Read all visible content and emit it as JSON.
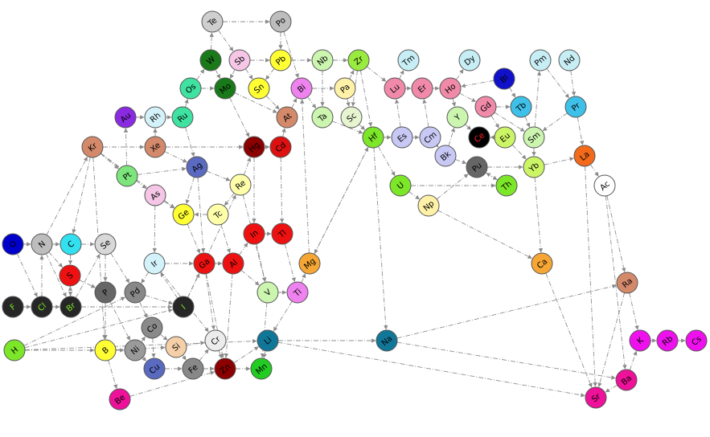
{
  "nodes": [
    {
      "id": "Te",
      "color": "#cfcfcf",
      "text_color": "#000000"
    },
    {
      "id": "Po",
      "color": "#bdbdbd",
      "text_color": "#000000"
    },
    {
      "id": "W",
      "color": "#1a7a1a",
      "text_color": "#000000"
    },
    {
      "id": "Sb",
      "color": "#f5c6e6",
      "text_color": "#000000"
    },
    {
      "id": "Pb",
      "color": "#ffff33",
      "text_color": "#000000"
    },
    {
      "id": "Nb",
      "color": "#ccf5b0",
      "text_color": "#000000"
    },
    {
      "id": "Zr",
      "color": "#9aeb3f",
      "text_color": "#000000"
    },
    {
      "id": "Tm",
      "color": "#c7eef5",
      "text_color": "#000000"
    },
    {
      "id": "Dy",
      "color": "#c7eef5",
      "text_color": "#000000"
    },
    {
      "id": "Pm",
      "color": "#c7eef5",
      "text_color": "#000000"
    },
    {
      "id": "Nd",
      "color": "#c7eef5",
      "text_color": "#000000"
    },
    {
      "id": "Os",
      "color": "#3fe2a0",
      "text_color": "#000000"
    },
    {
      "id": "Mo",
      "color": "#1a7a1a",
      "text_color": "#000000"
    },
    {
      "id": "Sn",
      "color": "#ffff33",
      "text_color": "#000000"
    },
    {
      "id": "Bi",
      "color": "#ee82ee",
      "text_color": "#000000"
    },
    {
      "id": "Pa",
      "color": "#fff2a8",
      "text_color": "#000000"
    },
    {
      "id": "Lu",
      "color": "#f08aa8",
      "text_color": "#000000"
    },
    {
      "id": "Er",
      "color": "#f08aa8",
      "text_color": "#000000"
    },
    {
      "id": "Ho",
      "color": "#f08aa8",
      "text_color": "#000000"
    },
    {
      "id": "Bl",
      "color": "#1111cc",
      "text_color": "#000000"
    },
    {
      "id": "Au",
      "color": "#8a2be2",
      "text_color": "#000000"
    },
    {
      "id": "Rh",
      "color": "#d4f2fa",
      "text_color": "#000000"
    },
    {
      "id": "Ru",
      "color": "#3fe2a0",
      "text_color": "#000000"
    },
    {
      "id": "At",
      "color": "#d4896b",
      "text_color": "#000000"
    },
    {
      "id": "Ta",
      "color": "#ccf5b0",
      "text_color": "#000000"
    },
    {
      "id": "Sc",
      "color": "#e6f5d0",
      "text_color": "#000000"
    },
    {
      "id": "Y",
      "color": "#ccf5b0",
      "text_color": "#000000"
    },
    {
      "id": "Gd",
      "color": "#f08aa8",
      "text_color": "#000000"
    },
    {
      "id": "Tb",
      "color": "#3fc0e8",
      "text_color": "#000000"
    },
    {
      "id": "Pr",
      "color": "#3fc0e8",
      "text_color": "#000000"
    },
    {
      "id": "Kr",
      "color": "#d4896b",
      "text_color": "#000000"
    },
    {
      "id": "Xe",
      "color": "#d4896b",
      "text_color": "#000000"
    },
    {
      "id": "Hg",
      "color": "#8b0000",
      "text_color": "#000000"
    },
    {
      "id": "Cd",
      "color": "#dd1111",
      "text_color": "#000000"
    },
    {
      "id": "Hf",
      "color": "#7ce628",
      "text_color": "#000000"
    },
    {
      "id": "Es",
      "color": "#c8c8f5",
      "text_color": "#000000"
    },
    {
      "id": "Cm",
      "color": "#c8c8f5",
      "text_color": "#000000"
    },
    {
      "id": "Ce",
      "color": "#000000",
      "text_color": "#ff2020"
    },
    {
      "id": "Eu",
      "color": "#ccf566",
      "text_color": "#000000"
    },
    {
      "id": "Sm",
      "color": "#ccf5b0",
      "text_color": "#000000"
    },
    {
      "id": "La",
      "color": "#f26a1a",
      "text_color": "#000000"
    },
    {
      "id": "Pt",
      "color": "#7ce67c",
      "text_color": "#000000"
    },
    {
      "id": "Ag",
      "color": "#5a6ac0",
      "text_color": "#000000"
    },
    {
      "id": "Bk",
      "color": "#c8c8f5",
      "text_color": "#000000"
    },
    {
      "id": "Pu",
      "color": "#666666",
      "text_color": "#000000"
    },
    {
      "id": "Yb",
      "color": "#ccf566",
      "text_color": "#000000"
    },
    {
      "id": "Re",
      "color": "#ffffaa",
      "text_color": "#000000"
    },
    {
      "id": "U",
      "color": "#7ce628",
      "text_color": "#000000"
    },
    {
      "id": "Th",
      "color": "#7ce628",
      "text_color": "#000000"
    },
    {
      "id": "Ac",
      "color": "#ffffff",
      "text_color": "#000000"
    },
    {
      "id": "As",
      "color": "#f5c6e6",
      "text_color": "#000000"
    },
    {
      "id": "Ge",
      "color": "#ffff33",
      "text_color": "#000000"
    },
    {
      "id": "Tc",
      "color": "#ffffaa",
      "text_color": "#000000"
    },
    {
      "id": "Np",
      "color": "#fff2a8",
      "text_color": "#000000"
    },
    {
      "id": "O",
      "color": "#0000cc",
      "text_color": "#000000"
    },
    {
      "id": "N",
      "color": "#bdbdbd",
      "text_color": "#000000"
    },
    {
      "id": "C",
      "color": "#33e0f0",
      "text_color": "#000000"
    },
    {
      "id": "Se",
      "color": "#d8d8d8",
      "text_color": "#000000"
    },
    {
      "id": "In",
      "color": "#ee1111",
      "text_color": "#000000"
    },
    {
      "id": "Tl",
      "color": "#ee1111",
      "text_color": "#000000"
    },
    {
      "id": "S",
      "color": "#ee1111",
      "text_color": "#000000"
    },
    {
      "id": "Ir",
      "color": "#d4f2fa",
      "text_color": "#000000"
    },
    {
      "id": "Ga",
      "color": "#ee1111",
      "text_color": "#000000"
    },
    {
      "id": "Al",
      "color": "#ee1111",
      "text_color": "#000000"
    },
    {
      "id": "Mg",
      "color": "#f5a634",
      "text_color": "#000000"
    },
    {
      "id": "Ca",
      "color": "#f5a634",
      "text_color": "#000000"
    },
    {
      "id": "Ra",
      "color": "#d4896b",
      "text_color": "#000000"
    },
    {
      "id": "P",
      "color": "#666666",
      "text_color": "#000000"
    },
    {
      "id": "Pd",
      "color": "#888888",
      "text_color": "#000000"
    },
    {
      "id": "V",
      "color": "#ccf5b0",
      "text_color": "#000000"
    },
    {
      "id": "Ti",
      "color": "#ee82ee",
      "text_color": "#000000"
    },
    {
      "id": "F",
      "color": "#262626",
      "text_color": "#7ce628"
    },
    {
      "id": "Cl",
      "color": "#262626",
      "text_color": "#7ce628"
    },
    {
      "id": "Br",
      "color": "#262626",
      "text_color": "#7ce628"
    },
    {
      "id": "I",
      "color": "#262626",
      "text_color": "#7ce628"
    },
    {
      "id": "Co",
      "color": "#8a8a8a",
      "text_color": "#000000"
    },
    {
      "id": "H",
      "color": "#7ce628",
      "text_color": "#000000"
    },
    {
      "id": "B",
      "color": "#ffff33",
      "text_color": "#000000"
    },
    {
      "id": "Ni",
      "color": "#9a9a9a",
      "text_color": "#000000"
    },
    {
      "id": "Si",
      "color": "#f5cfa8",
      "text_color": "#000000"
    },
    {
      "id": "Cr",
      "color": "#ececec",
      "text_color": "#000000"
    },
    {
      "id": "Li",
      "color": "#117799",
      "text_color": "#000000"
    },
    {
      "id": "Na",
      "color": "#117799",
      "text_color": "#000000"
    },
    {
      "id": "Cu",
      "color": "#5a6ac0",
      "text_color": "#000000"
    },
    {
      "id": "Fe",
      "color": "#888888",
      "text_color": "#000000"
    },
    {
      "id": "Zn",
      "color": "#8b0000",
      "text_color": "#000000"
    },
    {
      "id": "Mn",
      "color": "#22cc22",
      "text_color": "#000000"
    },
    {
      "id": "Be",
      "color": "#ee1199",
      "text_color": "#000000"
    },
    {
      "id": "K",
      "color": "#ee11ee",
      "text_color": "#000000"
    },
    {
      "id": "Rb",
      "color": "#ee11ee",
      "text_color": "#000000"
    },
    {
      "id": "Cs",
      "color": "#ee11ee",
      "text_color": "#000000"
    },
    {
      "id": "Ba",
      "color": "#ee1199",
      "text_color": "#000000"
    },
    {
      "id": "Sr",
      "color": "#ee1199",
      "text_color": "#000000"
    }
  ],
  "edges": [
    [
      "O",
      "N"
    ],
    [
      "O",
      "Cl"
    ],
    [
      "N",
      "C"
    ],
    [
      "N",
      "Kr"
    ],
    [
      "N",
      "S"
    ],
    [
      "N",
      "Br"
    ],
    [
      "C",
      "Se"
    ],
    [
      "C",
      "S"
    ],
    [
      "F",
      "Cl"
    ],
    [
      "Cl",
      "Br"
    ],
    [
      "Cl",
      "N"
    ],
    [
      "Br",
      "S"
    ],
    [
      "Br",
      "I"
    ],
    [
      "Br",
      "Se"
    ],
    [
      "H",
      "I"
    ],
    [
      "H",
      "B"
    ],
    [
      "H",
      "Li"
    ],
    [
      "H",
      "Pd"
    ],
    [
      "S",
      "P"
    ],
    [
      "S",
      "Br"
    ],
    [
      "Se",
      "P"
    ],
    [
      "Se",
      "Pd"
    ],
    [
      "P",
      "B"
    ],
    [
      "P",
      "Ni"
    ],
    [
      "B",
      "Ni"
    ],
    [
      "B",
      "Be"
    ],
    [
      "B",
      "Si"
    ],
    [
      "Kr",
      "Xe"
    ],
    [
      "Kr",
      "Pt"
    ],
    [
      "Kr",
      "As"
    ],
    [
      "Kr",
      "Ge"
    ],
    [
      "Kr",
      "B"
    ],
    [
      "Kr",
      "C"
    ],
    [
      "Xe",
      "Hg"
    ],
    [
      "Xe",
      "Rh"
    ],
    [
      "Xe",
      "Ag"
    ],
    [
      "Pt",
      "Au"
    ],
    [
      "Pt",
      "Ag"
    ],
    [
      "Au",
      "Rh"
    ],
    [
      "Rh",
      "Ru"
    ],
    [
      "Ru",
      "Os"
    ],
    [
      "Ru",
      "Ag"
    ],
    [
      "Os",
      "W"
    ],
    [
      "Os",
      "Mo"
    ],
    [
      "W",
      "Mo"
    ],
    [
      "W",
      "Te"
    ],
    [
      "Te",
      "Sb"
    ],
    [
      "Te",
      "Po"
    ],
    [
      "Sb",
      "Mo"
    ],
    [
      "Sb",
      "Sn"
    ],
    [
      "Sb",
      "Pb"
    ],
    [
      "Po",
      "Pb"
    ],
    [
      "Po",
      "Bi"
    ],
    [
      "Pb",
      "Sn"
    ],
    [
      "Pb",
      "Nb"
    ],
    [
      "Sn",
      "At"
    ],
    [
      "Mo",
      "At"
    ],
    [
      "Mo",
      "Hg"
    ],
    [
      "Hg",
      "Cd"
    ],
    [
      "Hg",
      "In"
    ],
    [
      "Cd",
      "Tl"
    ],
    [
      "Cd",
      "At"
    ],
    [
      "At",
      "Bi"
    ],
    [
      "Bi",
      "Pa"
    ],
    [
      "Bi",
      "Ta"
    ],
    [
      "Pa",
      "Sc"
    ],
    [
      "Pa",
      "Zr"
    ],
    [
      "Nb",
      "Zr"
    ],
    [
      "Nb",
      "Ta"
    ],
    [
      "Zr",
      "Hf"
    ],
    [
      "Zr",
      "Lu"
    ],
    [
      "Zr",
      "Sc"
    ],
    [
      "Ta",
      "Hf"
    ],
    [
      "Sc",
      "Hf"
    ],
    [
      "Hf",
      "Es"
    ],
    [
      "Hf",
      "U"
    ],
    [
      "Hf",
      "Na"
    ],
    [
      "Hf",
      "Mg"
    ],
    [
      "Es",
      "Cm"
    ],
    [
      "Es",
      "Lu"
    ],
    [
      "Cm",
      "Bk"
    ],
    [
      "Cm",
      "Er"
    ],
    [
      "Bk",
      "Pu"
    ],
    [
      "Bk",
      "Y"
    ],
    [
      "Pu",
      "Th"
    ],
    [
      "Pu",
      "Yb"
    ],
    [
      "U",
      "Np"
    ],
    [
      "U",
      "Th"
    ],
    [
      "Np",
      "Pu"
    ],
    [
      "Np",
      "Ca"
    ],
    [
      "Lu",
      "Tm"
    ],
    [
      "Lu",
      "Er"
    ],
    [
      "Er",
      "Ho"
    ],
    [
      "Ho",
      "Dy"
    ],
    [
      "Ho",
      "Gd"
    ],
    [
      "Ho",
      "Y"
    ],
    [
      "Y",
      "Ce"
    ],
    [
      "Gd",
      "Tb"
    ],
    [
      "Gd",
      "Eu"
    ],
    [
      "Gd",
      "Sm"
    ],
    [
      "Bl",
      "Tb"
    ],
    [
      "Bl",
      "Ho"
    ],
    [
      "Tb",
      "Sm"
    ],
    [
      "Sm",
      "Pm"
    ],
    [
      "Sm",
      "Yb"
    ],
    [
      "Pm",
      "Pr"
    ],
    [
      "Nd",
      "Pr"
    ],
    [
      "Pr",
      "Sm"
    ],
    [
      "Pr",
      "La"
    ],
    [
      "Eu",
      "Yb"
    ],
    [
      "Eu",
      "Ce"
    ],
    [
      "Yb",
      "La"
    ],
    [
      "Yb",
      "Ca"
    ],
    [
      "La",
      "Ac"
    ],
    [
      "La",
      "Sr"
    ],
    [
      "Ac",
      "Ra"
    ],
    [
      "Ac",
      "Ba"
    ],
    [
      "Ra",
      "K"
    ],
    [
      "Ra",
      "Sr"
    ],
    [
      "K",
      "Rb"
    ],
    [
      "Rb",
      "Cs"
    ],
    [
      "Ba",
      "K"
    ],
    [
      "Ba",
      "Sr"
    ],
    [
      "Ag",
      "Re"
    ],
    [
      "Ag",
      "Ge"
    ],
    [
      "Ag",
      "Ga"
    ],
    [
      "Re",
      "Tc"
    ],
    [
      "Re",
      "Hg"
    ],
    [
      "Re",
      "V"
    ],
    [
      "Tc",
      "Al"
    ],
    [
      "Tc",
      "Ge"
    ],
    [
      "As",
      "Ir"
    ],
    [
      "As",
      "Ge"
    ],
    [
      "Ge",
      "Ga"
    ],
    [
      "Ir",
      "Ga"
    ],
    [
      "Ir",
      "Pd"
    ],
    [
      "Ir",
      "Cr"
    ],
    [
      "Ga",
      "Al"
    ],
    [
      "Ga",
      "Cr"
    ],
    [
      "Ga",
      "Zn"
    ],
    [
      "Al",
      "In"
    ],
    [
      "Al",
      "V"
    ],
    [
      "Al",
      "Zn"
    ],
    [
      "In",
      "Tl"
    ],
    [
      "In",
      "V"
    ],
    [
      "Tl",
      "Ti"
    ],
    [
      "Ti",
      "Mg"
    ],
    [
      "Ti",
      "Li"
    ],
    [
      "V",
      "Mn"
    ],
    [
      "V",
      "Ti"
    ],
    [
      "Mg",
      "Hf"
    ],
    [
      "Pd",
      "Co"
    ],
    [
      "Pd",
      "I"
    ],
    [
      "Co",
      "Si"
    ],
    [
      "Co",
      "Cu"
    ],
    [
      "Ni",
      "Co"
    ],
    [
      "Ni",
      "Cu"
    ],
    [
      "Si",
      "Cr"
    ],
    [
      "Si",
      "Fe"
    ],
    [
      "Cr",
      "Zn"
    ],
    [
      "Fe",
      "Zn"
    ],
    [
      "Fe",
      "Cr"
    ],
    [
      "Zn",
      "Mn"
    ],
    [
      "Zn",
      "Li"
    ],
    [
      "Li",
      "Mn"
    ],
    [
      "Li",
      "Na"
    ],
    [
      "Li",
      "Sr"
    ],
    [
      "Na",
      "Ra"
    ],
    [
      "Na",
      "Ba"
    ],
    [
      "Be",
      "Zn"
    ],
    [
      "Cu",
      "Fe"
    ],
    [
      "I",
      "Ga"
    ],
    [
      "I",
      "Ir"
    ],
    [
      "I",
      "Re"
    ],
    [
      "Ca",
      "Sr"
    ],
    [
      "Th",
      "Pu"
    ],
    [
      "Mg",
      "Bi"
    ]
  ]
}
